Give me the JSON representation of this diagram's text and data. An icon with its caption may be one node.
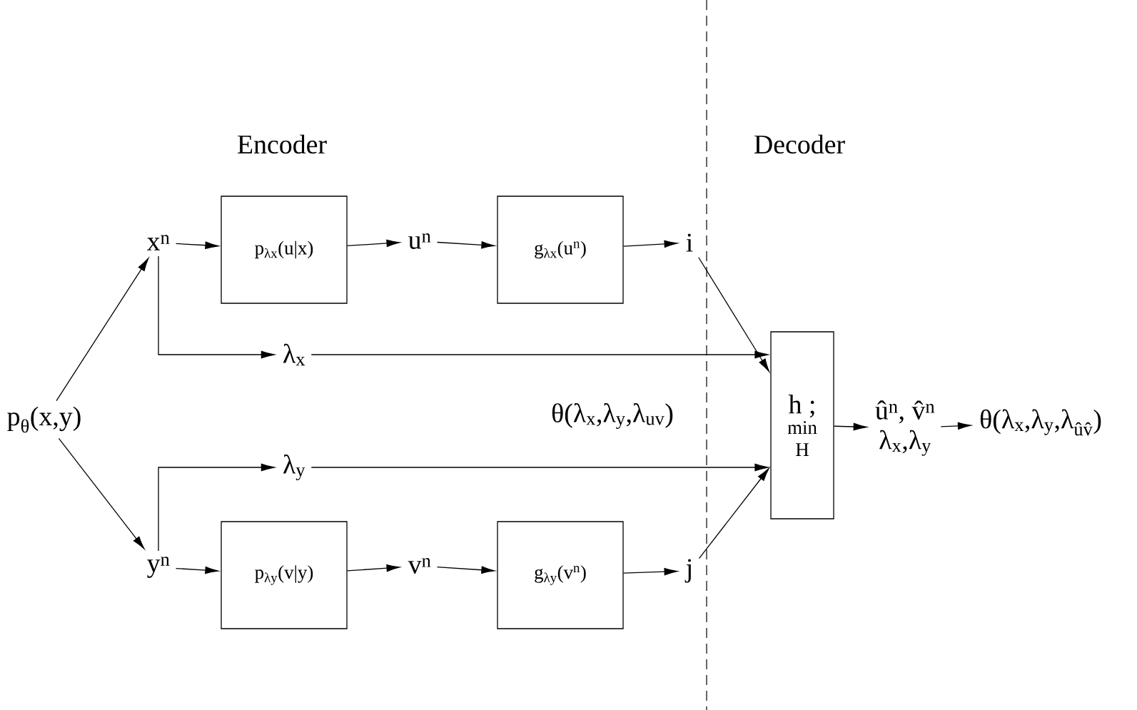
{
  "diagram": {
    "nodes": [
      {
        "text": [
          "p$_{θ}$(x,y)"
        ]
      },
      {
        "text": [
          "x$^{n}$"
        ]
      },
      {
        "text": [
          "p$_{λx}$(u|x)"
        ]
      },
      {
        "text": [
          "u$^{n}$"
        ]
      },
      {
        "text": [
          "g$_{λx}$(u$^{n}$)"
        ]
      },
      {
        "text": [
          "i"
        ]
      },
      {
        "text": [
          "λ$_{x}$"
        ]
      },
      {
        "text": [
          "λ$_{y}$"
        ]
      },
      {
        "text": [
          "y$^{n}$"
        ]
      },
      {
        "text": [
          "p$_{λy}$(v|y)"
        ]
      },
      {
        "text": [
          "v$^{n}$"
        ]
      },
      {
        "text": [
          "g$_{λy}$(v$^{n}$)"
        ]
      },
      {
        "text": [
          "j"
        ]
      },
      {
        "text": [
          "h ;",
          "min H"
        ]
      },
      {
        "text": [
          "û$^{n}$, v̂$^{n}$",
          "λ$_{x}$,λ$_{y}$"
        ]
      },
      {
        "text": [
          "θ(λ$_{x}$,λ$_{y}$,λ$_{ûv̂}$)"
        ]
      }
    ],
    "edges": [
      {
        "from": 0,
        "to": 1,
        "arrow": "to"
      },
      {
        "from": 0,
        "to": 8,
        "arrow": "to"
      },
      {
        "from": 1,
        "to": 2,
        "arrow": "to"
      },
      {
        "from": 2,
        "to": 3,
        "arrow": "to"
      },
      {
        "from": 3,
        "to": 4,
        "arrow": "to"
      },
      {
        "from": 4,
        "to": 5,
        "arrow": "to"
      },
      {
        "from": 5,
        "to": 13,
        "arrow": "to"
      },
      {
        "from": 1,
        "to": 6,
        "arrow": "to"
      },
      {
        "from": 6,
        "to": 13,
        "arrow": "to"
      },
      {
        "from": 8,
        "to": 7,
        "arrow": "to"
      },
      {
        "from": 7,
        "to": 13,
        "arrow": "to"
      },
      {
        "from": 8,
        "to": 9,
        "arrow": "to"
      },
      {
        "from": 9,
        "to": 10,
        "arrow": "to"
      },
      {
        "from": 10,
        "to": 11,
        "arrow": "to"
      },
      {
        "from": 11,
        "to": 12,
        "arrow": "to"
      },
      {
        "from": 12,
        "to": 13,
        "arrow": "to"
      },
      {
        "from": 13,
        "to": 14,
        "arrow": "to"
      },
      {
        "from": 14,
        "to": 15,
        "arrow": "to"
      }
    ],
    "labels": [
      "Encoder",
      "Decoder",
      "θ(λ$_{x}$,λ$_{y}$,λ$_{uv}$)"
    ]
  }
}
